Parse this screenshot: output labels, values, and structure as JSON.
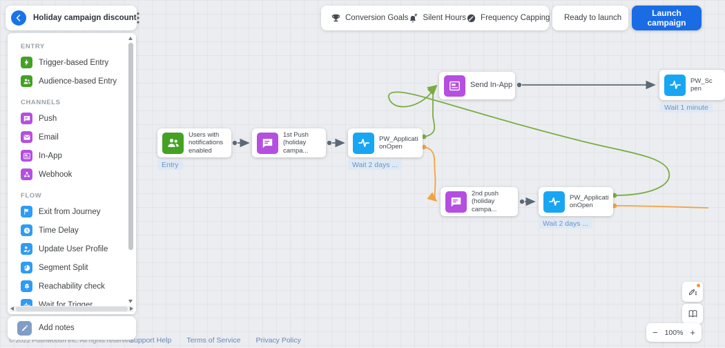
{
  "header": {
    "campaign_title": "Holiday campaign discount"
  },
  "toolbar": {
    "items": [
      {
        "label": "Conversion Goals",
        "icon": "trophy-icon"
      },
      {
        "label": "Silent Hours",
        "icon": "bell-snooze-icon"
      },
      {
        "label": "Frequency Capping",
        "icon": "gauge-icon"
      }
    ],
    "status_label": "Ready to launch",
    "launch_label": "Launch campaign"
  },
  "sidebar": {
    "sections": [
      {
        "title": "ENTRY",
        "items": [
          {
            "label": "Trigger-based Entry",
            "icon": "lightning-icon"
          },
          {
            "label": "Audience-based Entry",
            "icon": "audience-icon"
          }
        ]
      },
      {
        "title": "CHANNELS",
        "items": [
          {
            "label": "Push",
            "icon": "push-icon"
          },
          {
            "label": "Email",
            "icon": "email-icon"
          },
          {
            "label": "In-App",
            "icon": "inapp-icon"
          },
          {
            "label": "Webhook",
            "icon": "webhook-icon"
          }
        ]
      },
      {
        "title": "FLOW",
        "items": [
          {
            "label": "Exit from Journey",
            "icon": "flag-icon"
          },
          {
            "label": "Time Delay",
            "icon": "clock-icon"
          },
          {
            "label": "Update User Profile",
            "icon": "user-edit-icon"
          },
          {
            "label": "Segment Split",
            "icon": "segment-icon"
          },
          {
            "label": "Reachability check",
            "icon": "bell-check-icon"
          },
          {
            "label": "Wait for Trigger",
            "icon": "pulse-icon"
          }
        ]
      }
    ],
    "add_notes_label": "Add notes"
  },
  "canvas": {
    "nodes": [
      {
        "id": "entry-node",
        "lines": [
          "Users with",
          "notifications",
          "enabled"
        ],
        "badge": "Entry",
        "icon": "audience-icon"
      },
      {
        "id": "push1-node",
        "lines": [
          "1st Push",
          "(holiday",
          "campa..."
        ],
        "badge": "",
        "icon": "push-icon"
      },
      {
        "id": "wait1-node",
        "lines": [
          "PW_Applicati",
          "onOpen"
        ],
        "badge": "Wait 2 days ...",
        "icon": "pulse-icon"
      },
      {
        "id": "inapp-node",
        "lines": [
          "Send In-App"
        ],
        "badge": "",
        "icon": "inapp-icon"
      },
      {
        "id": "screen-node",
        "lines": [
          "PW_Sc",
          "pen"
        ],
        "badge": "Wait 1 minute",
        "icon": "pulse-icon"
      },
      {
        "id": "push2-node",
        "lines": [
          "2nd push",
          "(holiday",
          "campa..."
        ],
        "badge": "",
        "icon": "push-icon"
      },
      {
        "id": "wait2-node",
        "lines": [
          "PW_Applicati",
          "onOpen"
        ],
        "badge": "Wait 2 days ...",
        "icon": "pulse-icon"
      }
    ]
  },
  "controls": {
    "zoom_out": "−",
    "zoom_level": "100%",
    "zoom_in": "+"
  },
  "footer": {
    "copyright": "© 2022 Pushwoosh Inc. All rights reserved.",
    "links": [
      "Support Help",
      "Terms of Service",
      "Privacy Policy"
    ]
  },
  "colors": {
    "launch_blue": "#1a6ce5",
    "back_blue": "#1a73e8",
    "entry_green": "#44a124",
    "channel_purple": "#b44fe0",
    "flow_blue": "#2e9cf4",
    "node_blue": "#18a6f2",
    "edge_gray": "#5c6876",
    "edge_green": "#78ad43",
    "edge_orange": "#f2a343",
    "badge_text": "#6c92c6",
    "badge_bg": "#dee9f5",
    "ready_green": "#3da43d"
  }
}
